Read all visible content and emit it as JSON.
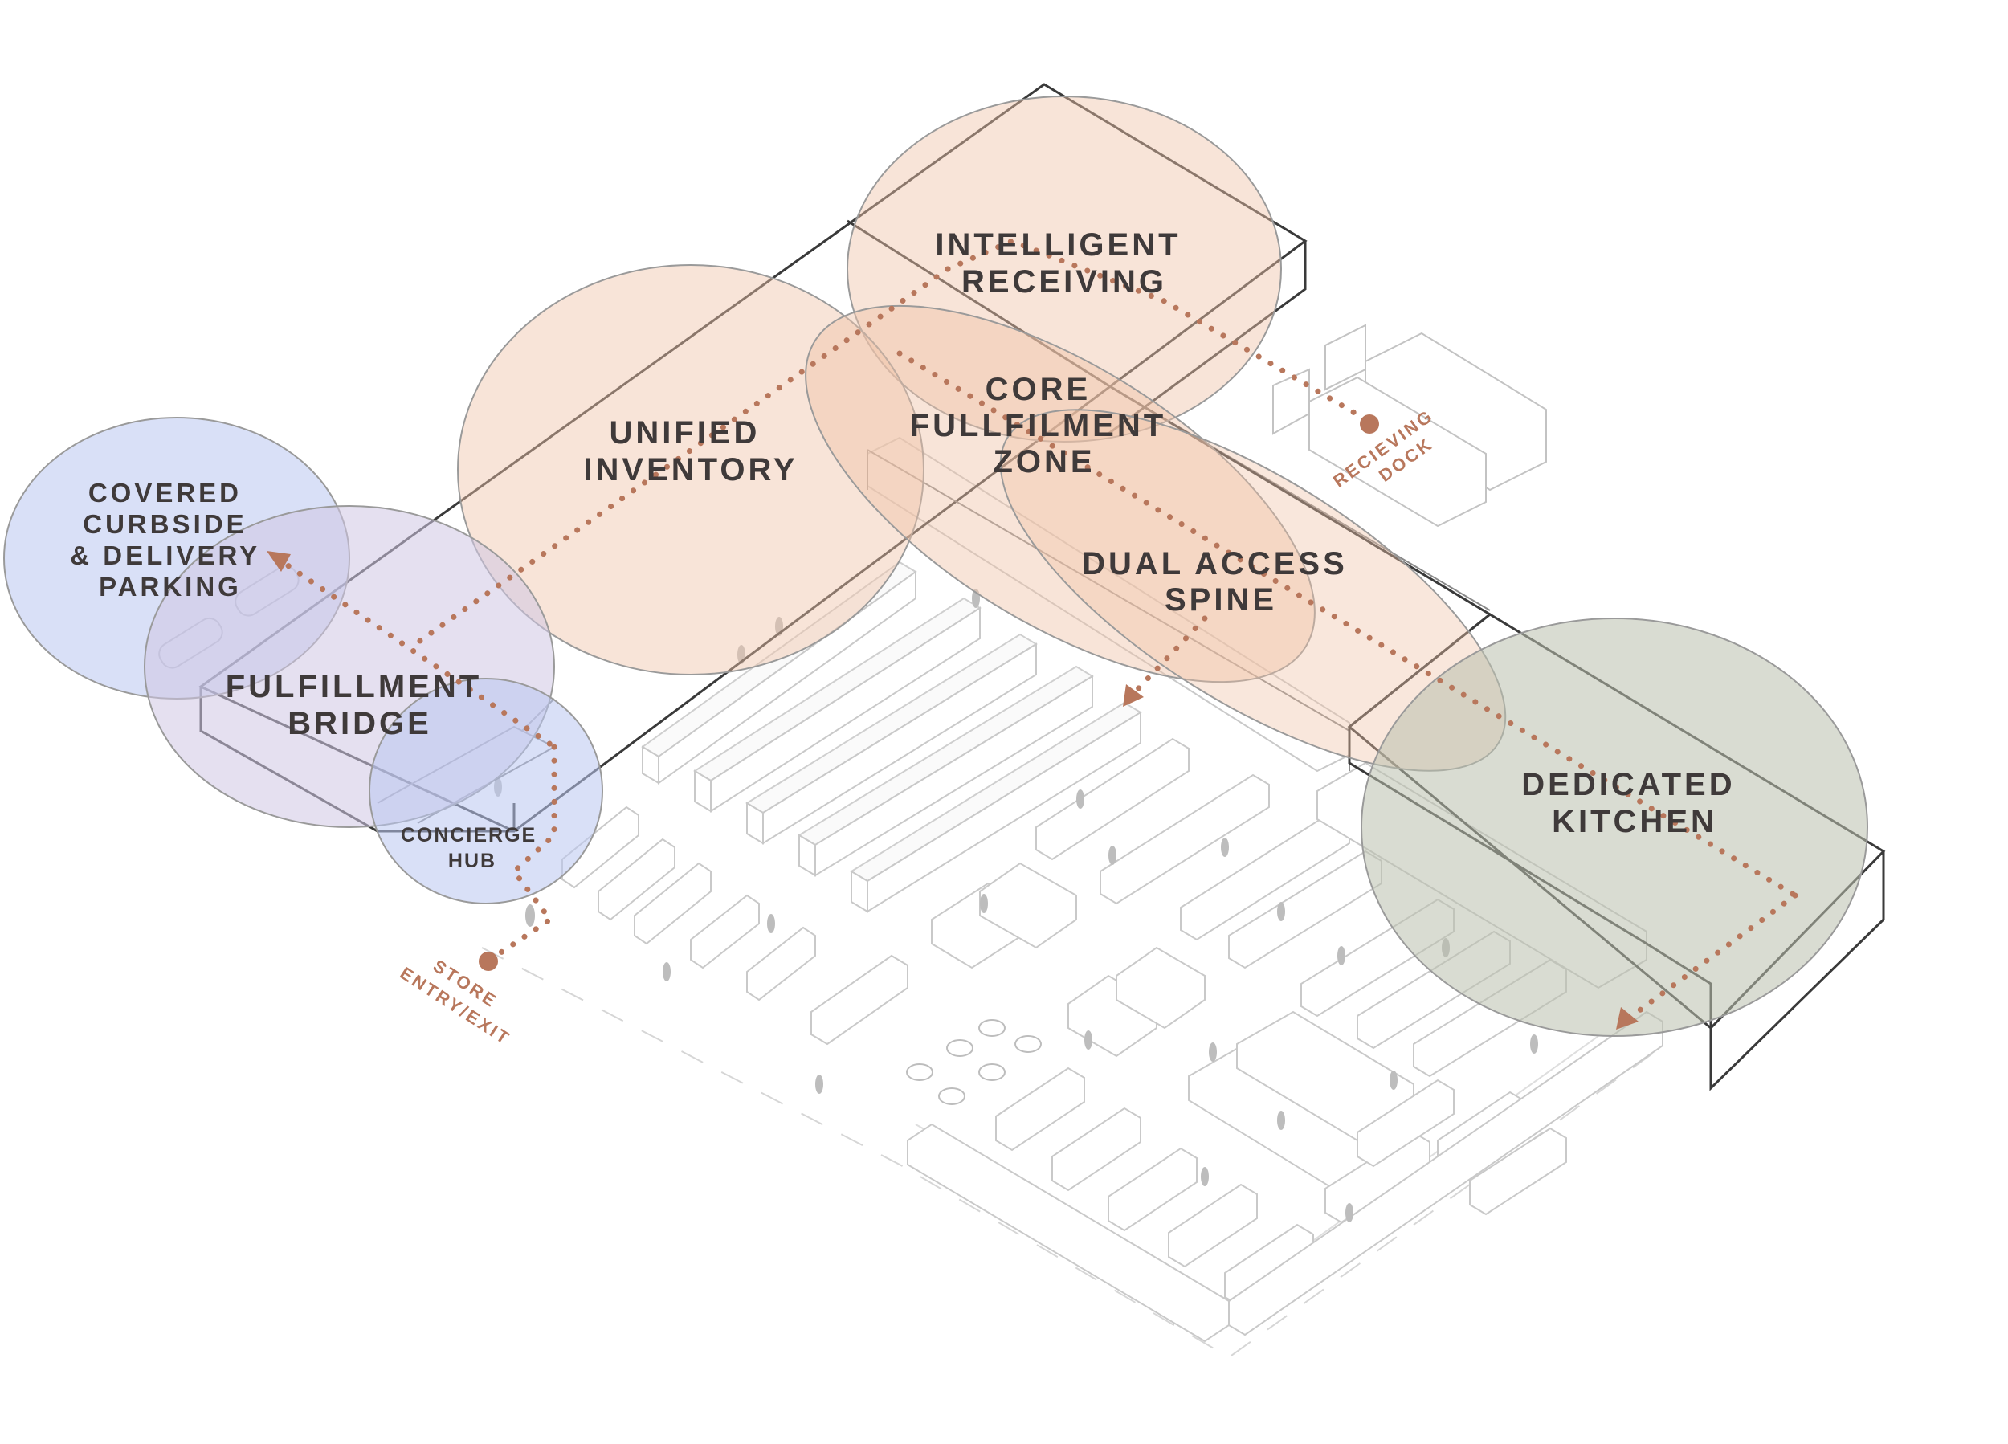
{
  "colors": {
    "path": "#b8775c",
    "warm_zone": "#f0c3a8",
    "blue_zone": "#b9c6f0",
    "lavender_zone": "#cfc6e3",
    "kitchen_zone": "#b9c0ad",
    "label": "#3f3a3a"
  },
  "zones": {
    "intelligent_receiving": {
      "line1": "INTELLIGENT",
      "line2": "RECEIVING"
    },
    "core_fulfillment": {
      "line1": "CORE",
      "line2": "FULLFILMENT",
      "line3": "ZONE"
    },
    "unified_inventory": {
      "line1": "UNIFIED",
      "line2": "INVENTORY"
    },
    "dual_access_spine": {
      "line1": "DUAL ACCESS",
      "line2": "SPINE"
    },
    "covered_curbside": {
      "line1": "COVERED",
      "line2": "CURBSIDE",
      "line3": "& DELIVERY",
      "line4": "PARKING"
    },
    "fulfillment_bridge": {
      "line1": "FULFILLMENT",
      "line2": "BRIDGE"
    },
    "concierge_hub": {
      "line1": "CONCIERGE",
      "line2": "HUB"
    },
    "dedicated_kitchen": {
      "line1": "DEDICATED",
      "line2": "KITCHEN"
    }
  },
  "callouts": {
    "receiving_dock": {
      "line1": "RECIEVING",
      "line2": "DOCK"
    },
    "store_entry": {
      "line1": "STORE",
      "line2": "ENTRY/EXIT"
    }
  }
}
